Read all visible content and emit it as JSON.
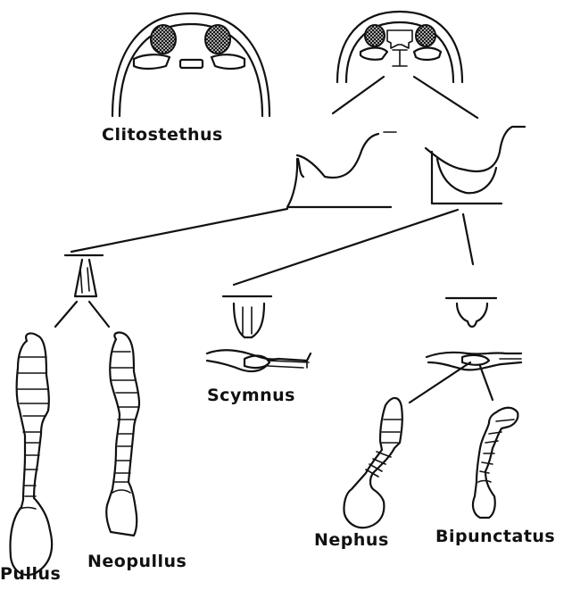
{
  "labels": {
    "clitostethus": "Clitostethus",
    "scymnus": "Scymnus",
    "pullus": "Pullus",
    "neopullus": "Neopullus",
    "nephus": "Nephus",
    "bipunctatus": "Bipunctatus"
  },
  "colors": {
    "ink": "#111111",
    "background": "#ffffff"
  }
}
